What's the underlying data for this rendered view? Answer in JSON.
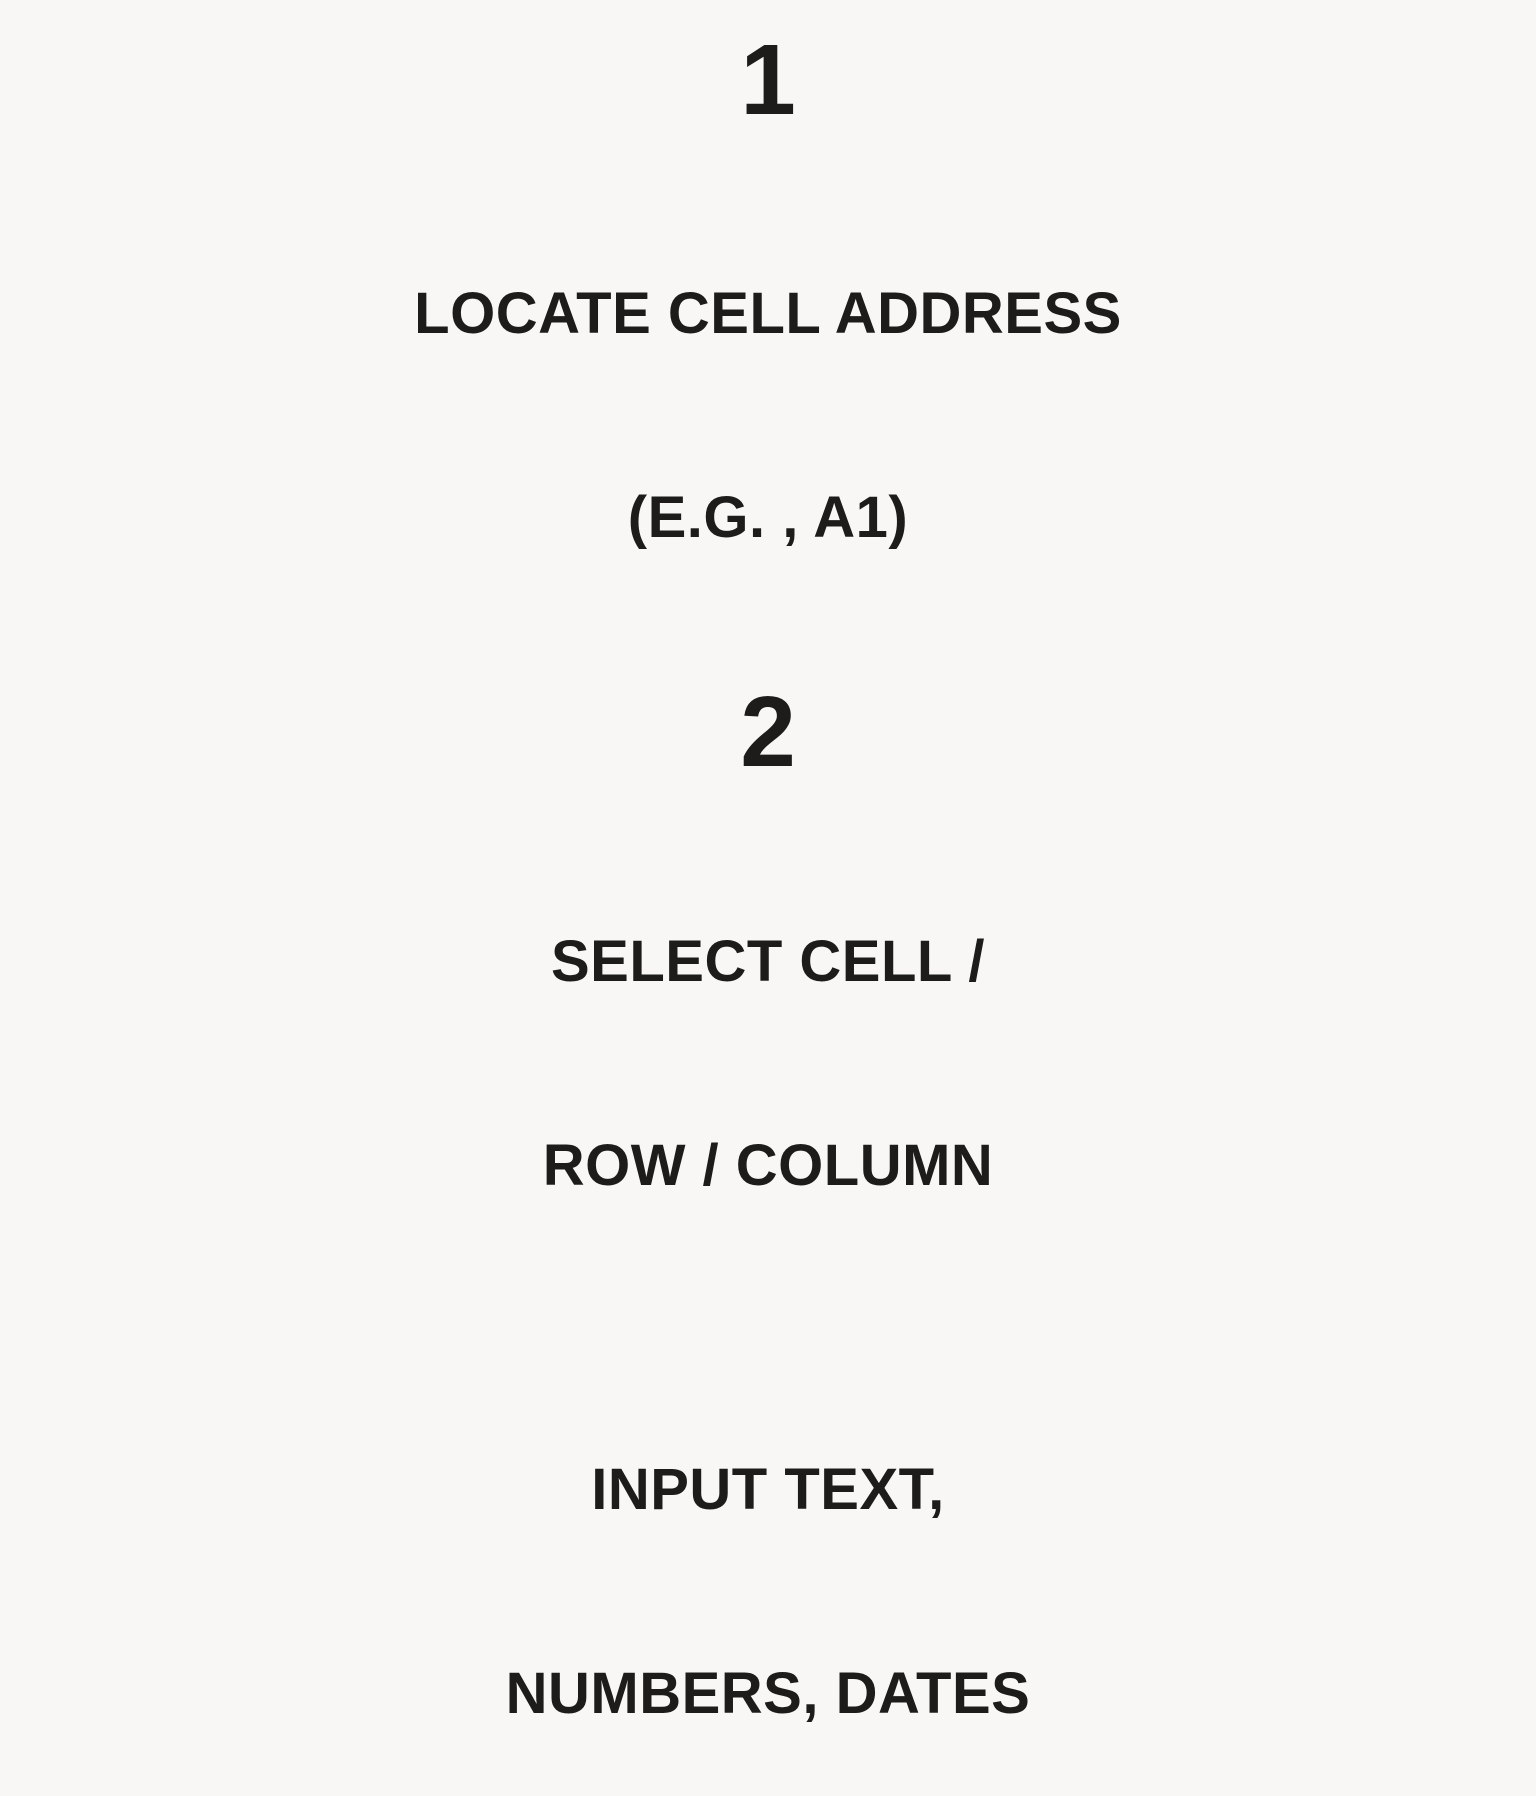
{
  "page": {
    "background_color": "#f8f7f5",
    "text_color": "#1d1c1b",
    "arrow_color": "#1d1c1b"
  },
  "flow": {
    "steps": [
      {
        "number": "1",
        "line1": "LOCATE CELL ADDRESS",
        "line2": "(E.G. , A1)"
      },
      {
        "number": "2",
        "line1": "SELECT CELL /",
        "line2": "ROW / COLUMN"
      },
      {
        "number": "",
        "line1": "INPUT TEXT,",
        "line2": "NUMBERS, DATES"
      }
    ]
  }
}
